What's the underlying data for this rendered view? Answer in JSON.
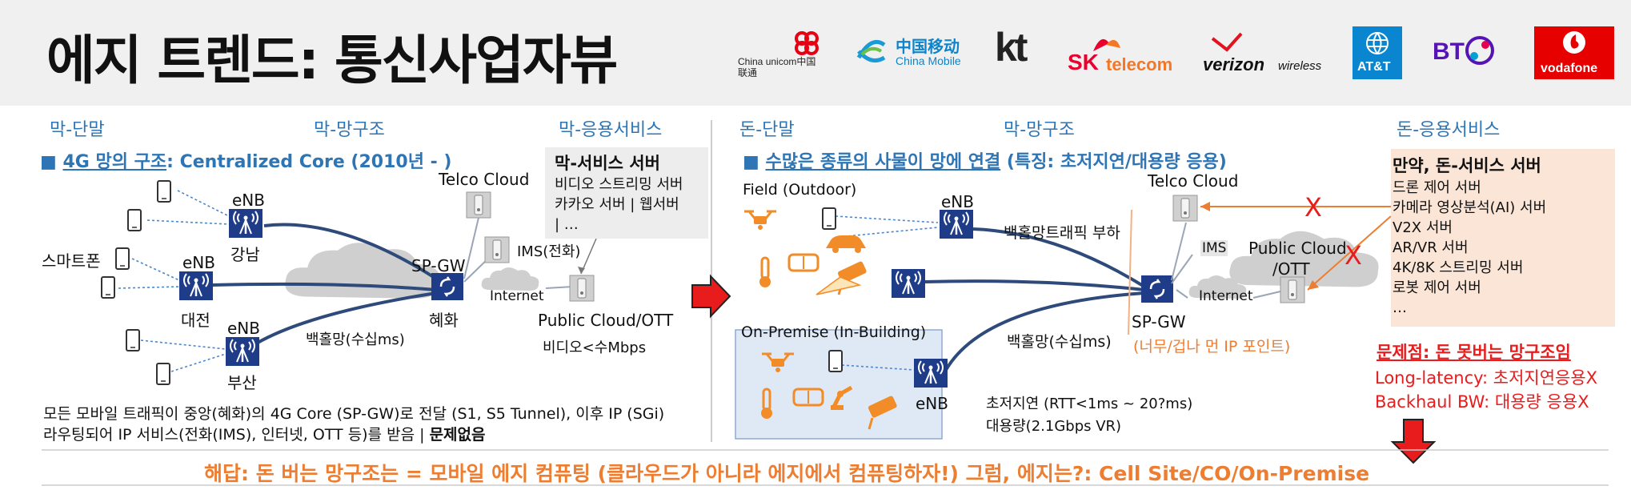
{
  "title": "에지 트렌드: 통신사업자뷰",
  "logos": {
    "china_unicom": "China unicom中国联通",
    "china_mobile_cn": "中国移动",
    "china_mobile_en": "China Mobile",
    "kt": "kt",
    "sk": "SK",
    "sk_telecom": "telecom",
    "verizon": "verizon",
    "verizon_wireless": "wireless",
    "att": "AT&T",
    "bt": "BT",
    "vodafone": "vodafone"
  },
  "left": {
    "col_device": "막-단말",
    "col_network": "막-망구조",
    "col_service": "막-응용서비스",
    "subtitle_main": "4G 망의 구조",
    "subtitle_rest": ": Centralized Core (2010년 - )",
    "enb": "eNB",
    "gangnam": "강남",
    "daejeon": "대전",
    "busan": "부산",
    "smartphone": "스마트폰",
    "sgw": "SP-GW",
    "hyehwa": "혜화",
    "backhaul": "백홀망(수십ms)",
    "telco_cloud": "Telco Cloud",
    "ims": "IMS(전화)",
    "internet": "Internet",
    "public_cloud": "Public Cloud/OTT",
    "video_bw": "비디오<수Mbps",
    "server_box": {
      "title": "막-서비스 서버",
      "lines": [
        "비디오 스트리밍 서버",
        "카카오 서버 | 웹서버",
        "| …"
      ]
    },
    "desc_line1": "모든 모바일 트래픽이 중앙(혜화)의 4G Core (SP-GW)로 전달 (S1, S5 Tunnel), 이후 IP (SGi)",
    "desc_line2": "라우팅되어 IP 서비스(전화(IMS), 인터넷, OTT 등)를 받음 | ",
    "desc_bold": "문제없음"
  },
  "right": {
    "col_device": "돈-단말",
    "col_network": "막-망구조",
    "col_service": "돈-응용서비스",
    "subtitle_main": "수많은 종류의 사물이 망에 연결",
    "subtitle_rest": " (특징: 초저지연/대용량 응용)",
    "field": "Field (Outdoor)",
    "onprem": "On-Premise (In-Building)",
    "enb": "eNB",
    "backhaul_load": "백홀망트래픽 부하",
    "backhaul": "백홀망(수십ms)",
    "telco_cloud": "Telco Cloud",
    "ims": "IMS",
    "internet": "Internet",
    "public_cloud_1": "Public Cloud",
    "public_cloud_2": "/OTT",
    "sgw": "SP-GW",
    "ip_point": "(너무/겁나 먼 IP 포인트)",
    "latency": "초저지연 (RTT<1ms ~ 20?ms)",
    "bandwidth": "대용량(2.1Gbps VR)",
    "x_mark": "X",
    "server_box": {
      "title": "만약, 돈-서비스 서버",
      "lines": [
        "드론 제어 서버",
        "카메라 영상분석(AI) 서버",
        "V2X 서버",
        "AR/VR 서버",
        "4K/8K 스트리밍 서버",
        "로봇 제어 서버",
        "…"
      ]
    },
    "problem_title": "문제점: 돈 못버는 망구조임",
    "problem_1": "Long-latency: 초저지연응용X",
    "problem_2": "Backhaul BW: 대용량 응용X"
  },
  "solution": "해답: 돈 버는 망구조는 = 모바일 에지 컴퓨팅 (클라우드가 아니라 에지에서 컴퓨팅하자!) 그럼, 에지는?: Cell Site/CO/On-Premise",
  "colors": {
    "blue": "#2e75b6",
    "navy": "#1f3c88",
    "orange": "#ed7d31",
    "red": "#e81c1c",
    "header_bg": "#f0f0f0"
  }
}
